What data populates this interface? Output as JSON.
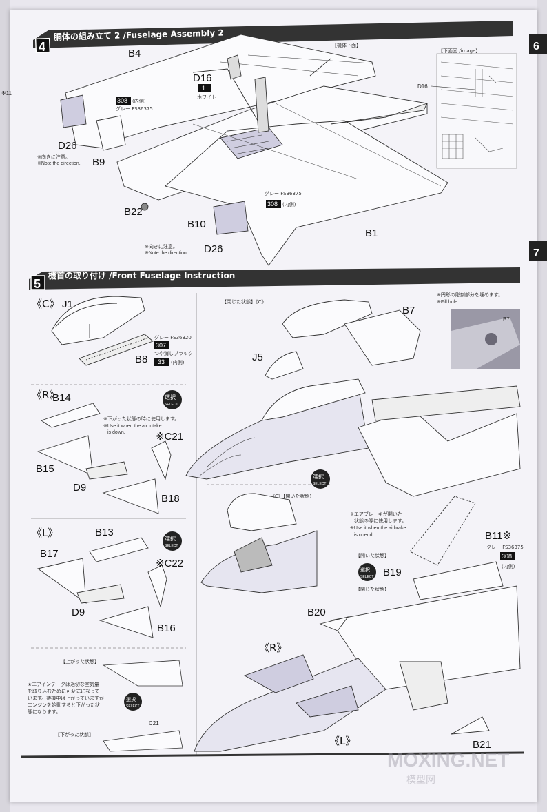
{
  "step4": {
    "number": "4",
    "title": "胴体の組み立て 2 /Fuselage Assembly 2",
    "sub_under_view": "【機体下面】",
    "sub_image": "【下面図 /image】",
    "parts": {
      "b4": "B4",
      "d16": "D16",
      "d16_inset": "D16",
      "d26": "D26",
      "b9": "B9",
      "b22": "B22",
      "b10": "B10",
      "d26b": "D26",
      "b1": "B1"
    },
    "paint_d16": {
      "num": "1",
      "name": "ホワイト"
    },
    "paint_308a": {
      "num": "308",
      "side": "(内側)",
      "name": "グレー FS36375"
    },
    "paint_308b": {
      "num": "308",
      "side": "(内側)",
      "name": "グレー FS36375"
    },
    "note_a": [
      "※向きに注意。",
      "※Note the direction."
    ],
    "note_b": [
      "※向きに注意。",
      "※Note the direction."
    ]
  },
  "step5": {
    "number": "5",
    "title": "機首の取り付け /Front Fuselage Instruction",
    "c_label": "《C》",
    "r_label": "《R》",
    "l_label": "《L》",
    "closed_label": "【閉じた状態】《C》",
    "open_label": "《C》【開いた状態】",
    "parts": {
      "j1": "J1",
      "b8": "B8",
      "b14": "B14",
      "b15": "B15",
      "c21": "※C21",
      "d9": "D9",
      "b18": "B18",
      "b13": "B13",
      "b17": "B17",
      "c22": "※C22",
      "d9b": "D9",
      "b16": "B16",
      "b7": "B7",
      "b7_inset": "B7",
      "j5": "J5",
      "b11": "B11※",
      "b19": "B19",
      "b20": "B20",
      "r_label2": "《R》",
      "l_label2": "《L》",
      "b21": "B21",
      "c21b": "C21"
    },
    "paint_b8": [
      {
        "num": "307",
        "name": "グレー FS36320"
      },
      {
        "num": "33",
        "name": "つや消しブラック",
        "side": "(内側)"
      }
    ],
    "paint_b11": {
      "num": "308",
      "name": "グレー FS36375",
      "side": "(内側)"
    },
    "select_text": [
      "選択",
      "SELECT"
    ],
    "note_down": [
      "※下がった状態の時に使用します。",
      "※Use it when the air intake",
      "is down."
    ],
    "note_fill": [
      "※円形の彫刻部分を埋めます。",
      "※Fill hole."
    ],
    "note_airbrake": [
      "※エアブレーキが開いた",
      "状態の際に使用します。",
      "※Use it when the airbrake",
      "is opend."
    ],
    "brake_open": "【開いた状態】",
    "brake_closed": "【閉じた状態】",
    "intake_up": "【上がった状態】",
    "intake_down": "【下がった状態】",
    "intake_note": [
      "★エアインテークは適切な空気量",
      "を取り込むために可変式になって",
      "います。待機中は上がっていますが",
      "エンジンを始動すると下がった状",
      "態になります。"
    ]
  },
  "edge": {
    "left_num": "※11",
    "right_num6": "6",
    "right_num7": "7"
  },
  "watermark": {
    "main": "MOXING.NET",
    "sub": "模型网"
  }
}
